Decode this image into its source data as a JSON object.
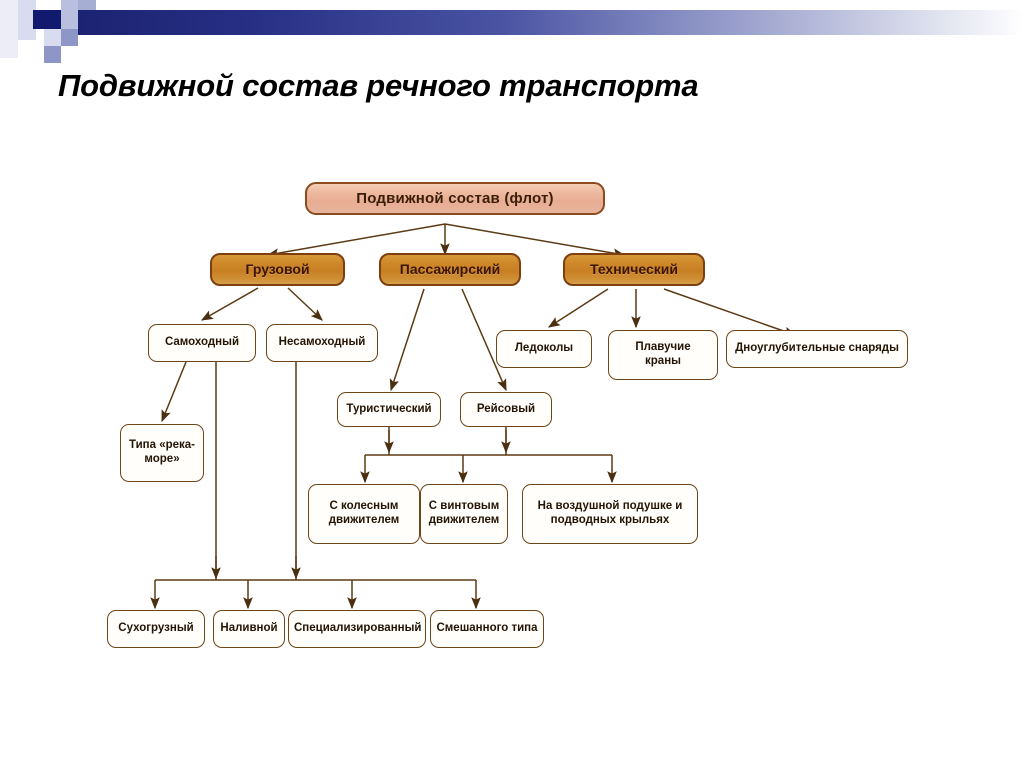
{
  "slide": {
    "title": "Подвижной состав речного транспорта",
    "background_color": "#ffffff"
  },
  "header": {
    "band_gradient_from": "#1c2372",
    "band_gradient_to": "#ffffff",
    "accent_dark": "#111a6e",
    "accent_mid": "#8e96c8",
    "accent_light": "#b9bfdf"
  },
  "theme": {
    "root_fill": "#edb9a0",
    "root_border": "#8d4a1e",
    "level2_fill": "#c87f24",
    "level2_border": "#7e3f10",
    "leaf_fill": "#fffefb",
    "leaf_border": "#6e4518",
    "connector_color": "#5b3a14"
  },
  "diagram": {
    "type": "hierarchy-tree",
    "root": {
      "id": "root",
      "label": "Подвижной состав (флот)"
    },
    "level2": [
      {
        "id": "cargo",
        "label": "Грузовой"
      },
      {
        "id": "passenger",
        "label": "Пассажирский"
      },
      {
        "id": "technical",
        "label": "Технический"
      }
    ],
    "level3": [
      {
        "id": "self-propelled",
        "label": "Самоходный",
        "parent": "cargo"
      },
      {
        "id": "non-self-propelled",
        "label": "Несамоходный",
        "parent": "cargo"
      },
      {
        "id": "icebreakers",
        "label": "Ледоколы",
        "parent": "technical"
      },
      {
        "id": "floating-cranes",
        "label_line1": "Плавучие",
        "label_line2": "краны",
        "parent": "technical"
      },
      {
        "id": "dredgers",
        "label": "Дноуглубительные снаряды",
        "parent": "technical"
      },
      {
        "id": "tourist",
        "label": "Туристический",
        "parent": "passenger"
      },
      {
        "id": "scheduled",
        "label": "Рейсовый",
        "parent": "passenger"
      }
    ],
    "level4": [
      {
        "id": "river-sea",
        "label_line1": "Типа «река-",
        "label_line2": "море»",
        "parent": "self-propelled"
      },
      {
        "id": "paddle",
        "label_line1": "С колесным",
        "label_line2": "движителем",
        "parent": "passenger-bus"
      },
      {
        "id": "screw",
        "label_line1": "С винтовым",
        "label_line2": "движителем",
        "parent": "passenger-bus"
      },
      {
        "id": "hovercraft",
        "label_line1": "На воздушной подушке и",
        "label_line2": "подводных крыльях",
        "parent": "passenger-bus"
      }
    ],
    "level5": [
      {
        "id": "dry-cargo",
        "label": "Сухогрузный",
        "parent": "cargo-bus"
      },
      {
        "id": "tanker",
        "label": "Наливной",
        "parent": "cargo-bus"
      },
      {
        "id": "specialized",
        "label": "Специализированный",
        "parent": "cargo-bus"
      },
      {
        "id": "mixed-type",
        "label": "Смешанного типа",
        "parent": "cargo-bus"
      }
    ]
  }
}
